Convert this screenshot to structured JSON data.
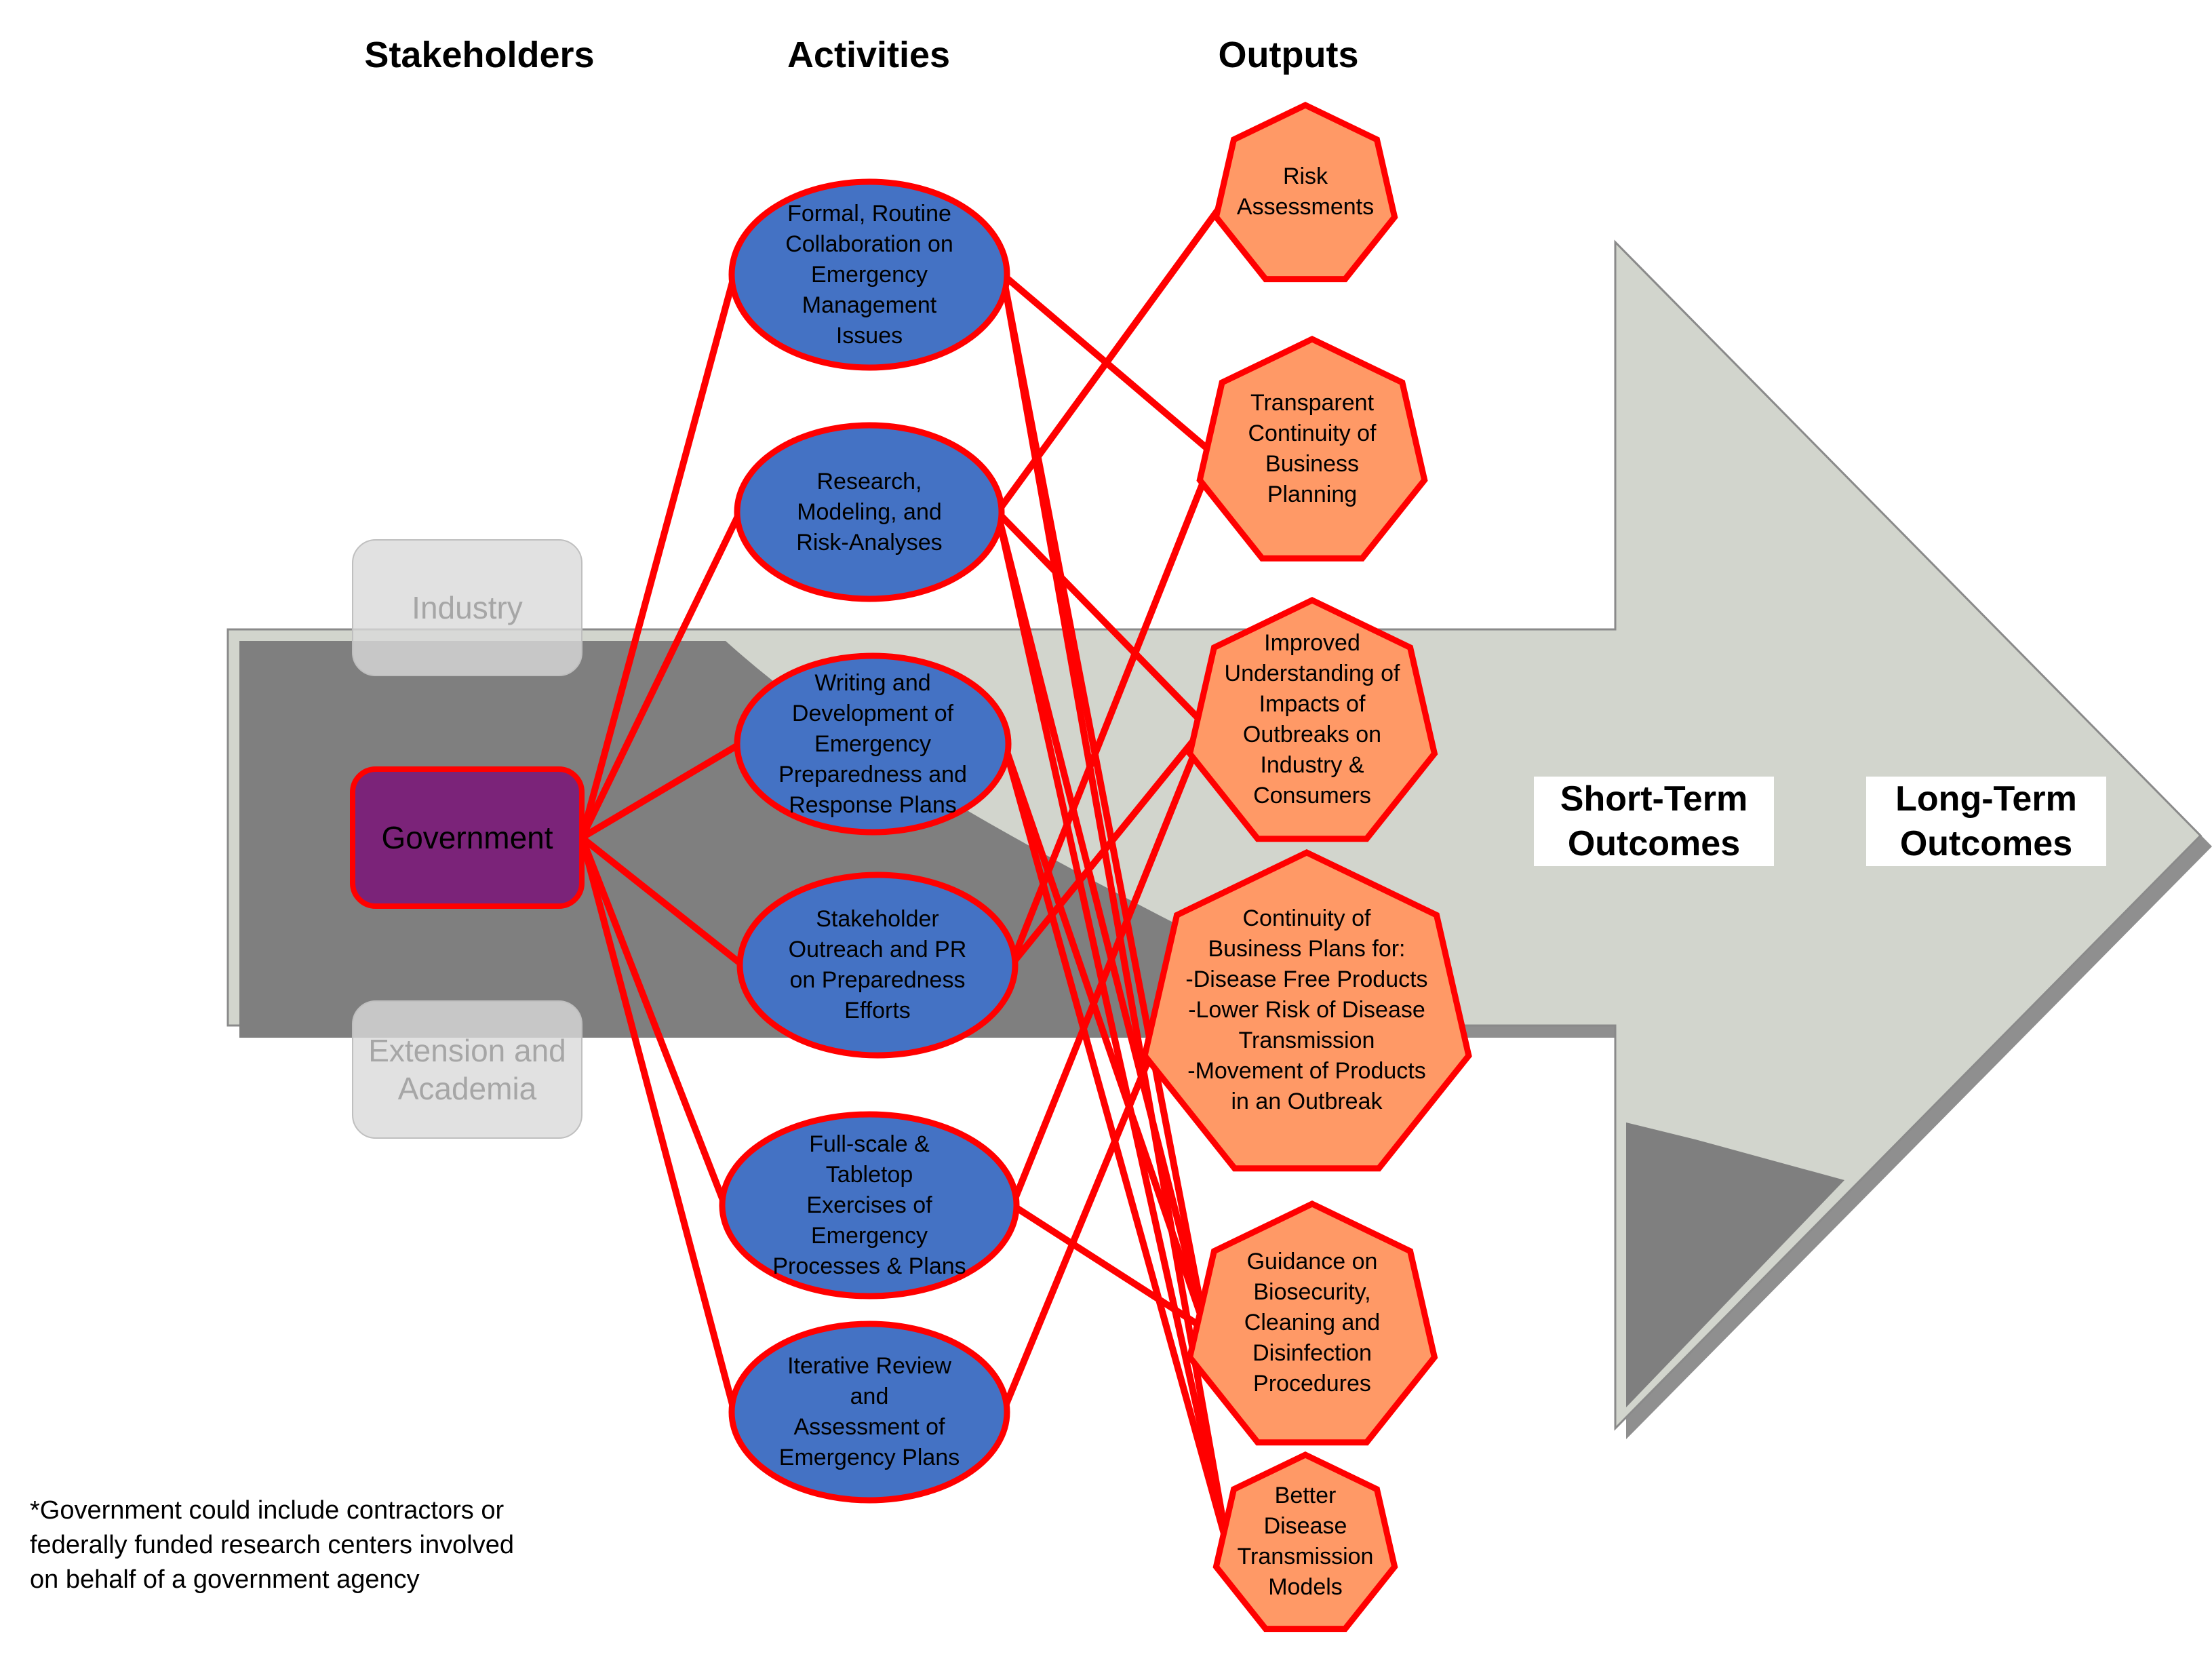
{
  "headers": {
    "stakeholders": "Stakeholders",
    "activities": "Activities",
    "outputs": "Outputs"
  },
  "stakeholders": [
    {
      "id": "industry",
      "label": "Industry",
      "active": false
    },
    {
      "id": "government",
      "label": "Government",
      "active": true
    },
    {
      "id": "extension",
      "label": "Extension and\nAcademia",
      "active": false
    }
  ],
  "activities": [
    {
      "id": "a1",
      "label": "Formal, Routine\nCollaboration on\nEmergency\nManagement\nIssues"
    },
    {
      "id": "a2",
      "label": "Research,\nModeling, and\nRisk-Analyses"
    },
    {
      "id": "a3",
      "label": "Writing and\nDevelopment of\nEmergency\nPreparedness and\nResponse Plans"
    },
    {
      "id": "a4",
      "label": "Stakeholder\nOutreach and PR\non Preparedness\nEfforts"
    },
    {
      "id": "a5",
      "label": "Full-scale &\nTabletop\nExercises of\nEmergency\nProcesses & Plans"
    },
    {
      "id": "a6",
      "label": "Iterative Review\nand\nAssessment of\nEmergency Plans"
    }
  ],
  "outputs": [
    {
      "id": "o1",
      "label": "Risk\nAssessments"
    },
    {
      "id": "o2",
      "label": "Transparent\nContinuity of\nBusiness\nPlanning"
    },
    {
      "id": "o3",
      "label": "Improved\nUnderstanding of\nImpacts of\nOutbreaks on\nIndustry &\nConsumers"
    },
    {
      "id": "o4",
      "label": "Continuity of\nBusiness Plans for:\n-Disease Free Products\n-Lower Risk of Disease\nTransmission\n-Movement of Products\nin an Outbreak"
    },
    {
      "id": "o5",
      "label": "Guidance on\nBiosecurity,\nCleaning and\nDisinfection\nProcedures"
    },
    {
      "id": "o6",
      "label": "Better\nDisease\nTransmission\nModels"
    }
  ],
  "outcomes": {
    "short_term": "Short-Term\nOutcomes",
    "long_term": "Long-Term\nOutcomes"
  },
  "links_stakeholder_activity": [
    [
      "government",
      "a1"
    ],
    [
      "government",
      "a2"
    ],
    [
      "government",
      "a3"
    ],
    [
      "government",
      "a4"
    ],
    [
      "government",
      "a5"
    ],
    [
      "government",
      "a6"
    ]
  ],
  "links_activity_output": [
    [
      "a1",
      "o2"
    ],
    [
      "a1",
      "o5"
    ],
    [
      "a1",
      "o6"
    ],
    [
      "a2",
      "o1"
    ],
    [
      "a2",
      "o3"
    ],
    [
      "a2",
      "o5"
    ],
    [
      "a2",
      "o6"
    ],
    [
      "a3",
      "o5"
    ],
    [
      "a3",
      "o6"
    ],
    [
      "a4",
      "o2"
    ],
    [
      "a4",
      "o3"
    ],
    [
      "a5",
      "o3"
    ],
    [
      "a5",
      "o5"
    ],
    [
      "a6",
      "o4"
    ]
  ],
  "colors": {
    "activity_fill": "#4472C4",
    "output_fill": "#FF9966",
    "government_fill": "#7B2379",
    "border": "#FF0000",
    "inactive_fill": "#D9D9D9",
    "inactive_text": "#A6A6A6",
    "arrow_light": "#D2D5CD",
    "arrow_dark": "#7F7F7F"
  },
  "footnote": "*Government could include contractors or federally funded research centers involved on behalf of a government agency"
}
